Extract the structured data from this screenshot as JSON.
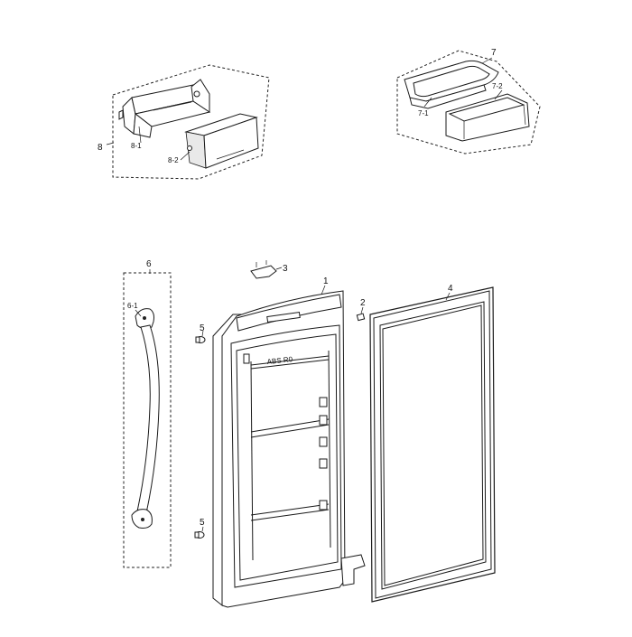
{
  "callouts": {
    "c1": "1",
    "c2": "2",
    "c3": "3",
    "c4": "4",
    "c5a": "5",
    "c5b": "5",
    "c6": "6",
    "c6_1": "6-1",
    "c7": "7",
    "c7_1": "7-1",
    "c7_2": "7-2",
    "c8": "8",
    "c8_1": "8-1",
    "c8_2": "8-2"
  },
  "door_marking": "ABS R0"
}
